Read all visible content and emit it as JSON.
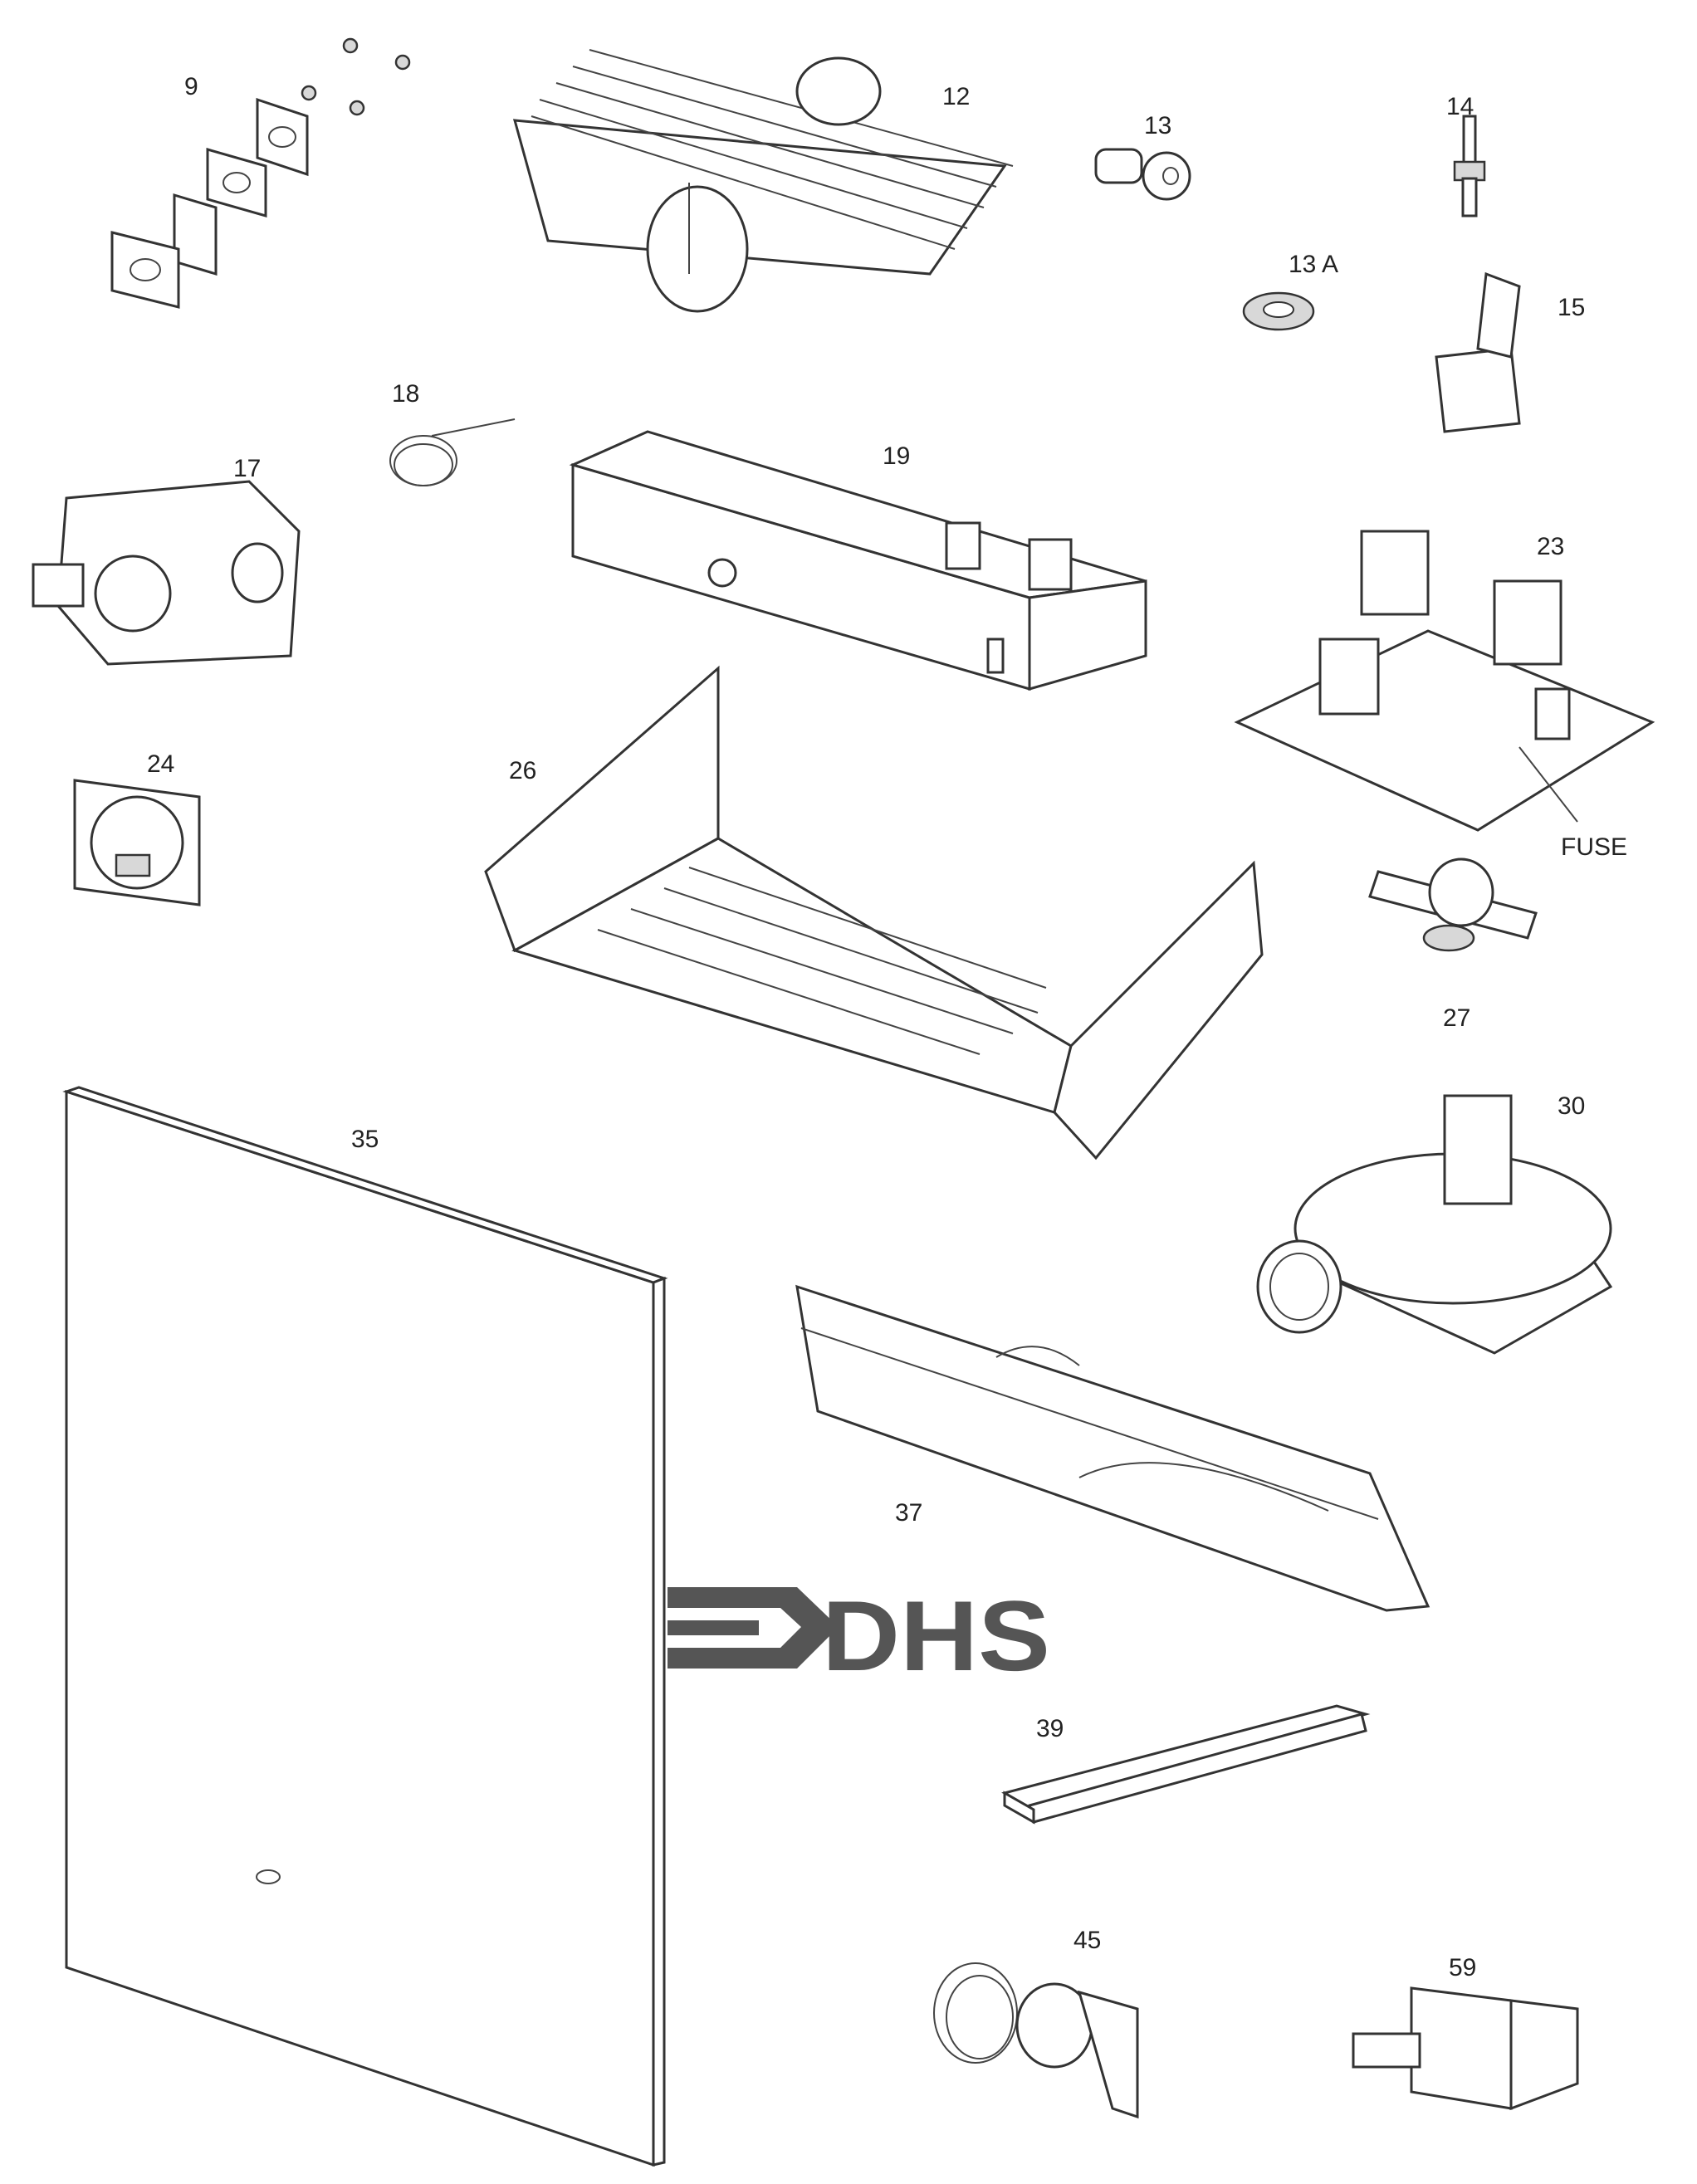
{
  "labels": {
    "p9": "9",
    "p12": "12",
    "p13": "13",
    "p14": "14",
    "p13a": "13 A",
    "p15": "15",
    "p18": "18",
    "p17": "17",
    "p19": "19",
    "p23": "23",
    "p24": "24",
    "p26": "26",
    "fuse": "FUSE",
    "p27": "27",
    "p30": "30",
    "p35": "35",
    "p37": "37",
    "p39": "39",
    "p45": "45",
    "p59": "59"
  },
  "logo": {
    "text": "DHS",
    "color": "#555555"
  }
}
